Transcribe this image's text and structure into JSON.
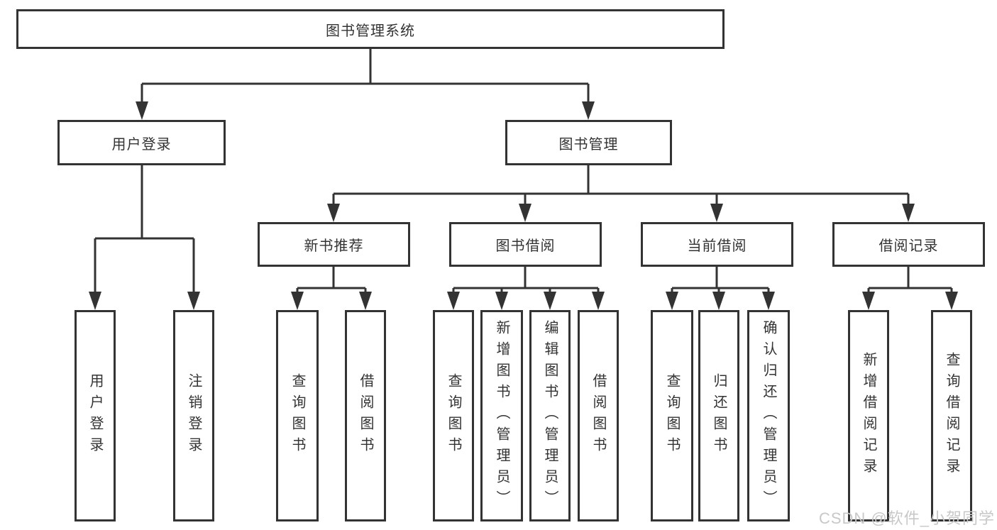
{
  "diagram": {
    "root": {
      "label": "图书管理系统"
    },
    "user_login": {
      "label": "用户登录",
      "children": [
        {
          "label": "用户登录"
        },
        {
          "label": "注销登录"
        }
      ]
    },
    "book_management": {
      "label": "图书管理",
      "sections": [
        {
          "label": "新书推荐",
          "children": [
            {
              "label": "查询图书"
            },
            {
              "label": "借阅图书"
            }
          ]
        },
        {
          "label": "图书借阅",
          "children": [
            {
              "label": "查询图书"
            },
            {
              "label": "新增图书（管理员）"
            },
            {
              "label": "编辑图书（管理员）"
            },
            {
              "label": "借阅图书"
            }
          ]
        },
        {
          "label": "当前借阅",
          "children": [
            {
              "label": "查询图书"
            },
            {
              "label": "归还图书"
            },
            {
              "label": "确认归还（管理员）"
            }
          ]
        },
        {
          "label": "借阅记录",
          "children": [
            {
              "label": "新增借阅记录"
            },
            {
              "label": "查询借阅记录"
            }
          ]
        }
      ]
    }
  },
  "watermark": {
    "text": "CSDN @软件_小贺同学"
  },
  "colors": {
    "line": "#333333",
    "box_border": "#333333",
    "text": "#333333",
    "background": "#ffffff",
    "watermark_text": "#c8c8c8"
  }
}
